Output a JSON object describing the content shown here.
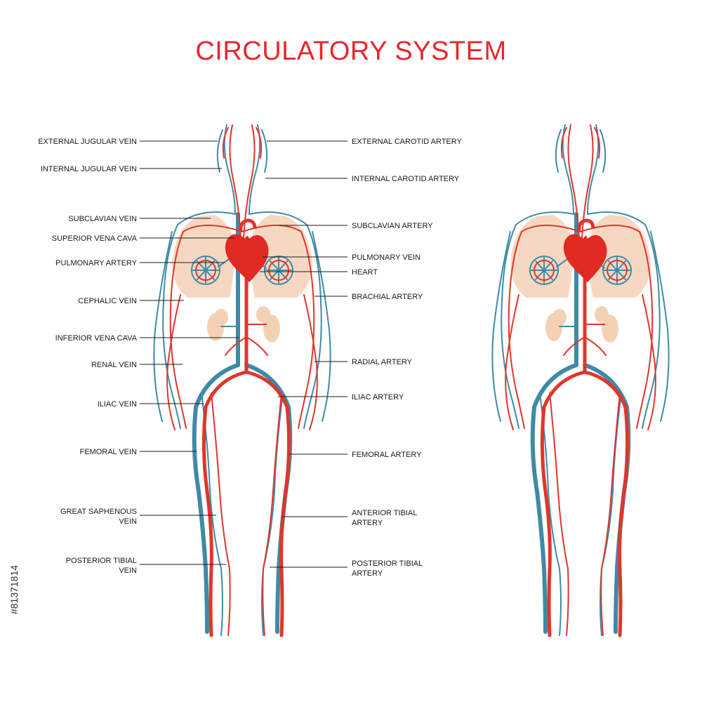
{
  "title": "CIRCULATORY SYSTEM",
  "colors": {
    "title": "#e8262d",
    "artery": "#e0362b",
    "vein": "#3f8aa6",
    "lung_fill": "#f6d8c2",
    "organ_fill": "#f3d2b4",
    "heart": "#e02a22",
    "label_text": "#1a1a1a"
  },
  "labels_left": [
    {
      "id": "external-jugular-vein",
      "lines": [
        "EXTERNAL JUGULAR VEIN"
      ]
    },
    {
      "id": "internal-jugular-vein",
      "lines": [
        "INTERNAL JUGULAR VEIN"
      ]
    },
    {
      "id": "subclavian-vein",
      "lines": [
        "SUBCLAVIAN VEIN"
      ]
    },
    {
      "id": "superior-vena-cava",
      "lines": [
        "SUPERIOR VENA CAVA"
      ]
    },
    {
      "id": "pulmonary-artery",
      "lines": [
        "PULMONARY ARTERY"
      ]
    },
    {
      "id": "cephalic-vein",
      "lines": [
        "CEPHALIC VEIN"
      ]
    },
    {
      "id": "inferior-vena-cava",
      "lines": [
        "INFERIOR VENA CAVA"
      ]
    },
    {
      "id": "renal-vein",
      "lines": [
        "RENAL VEIN"
      ]
    },
    {
      "id": "iliac-vein",
      "lines": [
        "ILIAC VEIN"
      ]
    },
    {
      "id": "femoral-vein",
      "lines": [
        "FEMORAL VEIN"
      ]
    },
    {
      "id": "great-saphenous-vein",
      "lines": [
        "GREAT SAPHENOUS",
        "VEIN"
      ]
    },
    {
      "id": "posterior-tibial-vein",
      "lines": [
        "POSTERIOR TIBIAL",
        "VEIN"
      ]
    }
  ],
  "labels_right": [
    {
      "id": "external-carotid-artery",
      "lines": [
        "EXTERNAL CAROTID ARTERY"
      ]
    },
    {
      "id": "internal-carotid-artery",
      "lines": [
        "INTERNAL CAROTID ARTERY"
      ]
    },
    {
      "id": "subclavian-artery",
      "lines": [
        "SUBCLAVIAN ARTERY"
      ]
    },
    {
      "id": "pulmonary-vein",
      "lines": [
        "PULMONARY VEIN"
      ]
    },
    {
      "id": "heart",
      "lines": [
        "HEART"
      ]
    },
    {
      "id": "brachial-artery",
      "lines": [
        "BRACHIAL ARTERY"
      ]
    },
    {
      "id": "radial-artery",
      "lines": [
        "RADIAL ARTERY"
      ]
    },
    {
      "id": "iliac-artery",
      "lines": [
        "ILIAC ARTERY"
      ]
    },
    {
      "id": "femoral-artery",
      "lines": [
        "FEMORAL ARTERY"
      ]
    },
    {
      "id": "anterior-tibial-artery",
      "lines": [
        "ANTERIOR  TIBIAL",
        "ARTERY"
      ]
    },
    {
      "id": "posterior-tibial-artery",
      "lines": [
        "POSTERIOR TIBIAL",
        "ARTERY"
      ]
    }
  ],
  "stock_id": "#81371814"
}
